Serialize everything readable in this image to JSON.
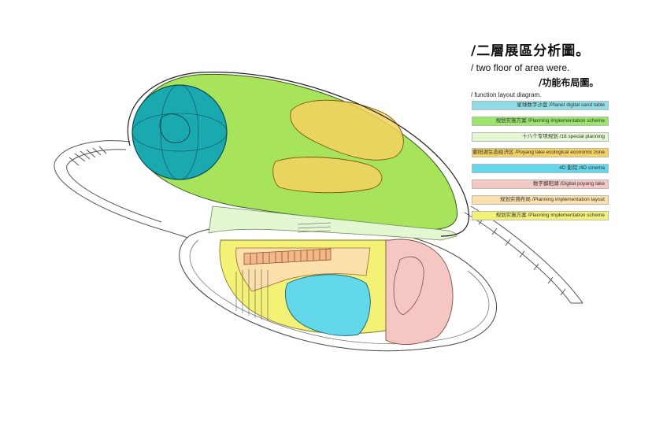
{
  "title": {
    "main": "/二層展區分析圖。",
    "en": "/ two floor of area were.",
    "sub": "/功能布局圖。",
    "sub_en": "/ function layout diagram."
  },
  "legend": [
    {
      "label": "星球数字沙盘 /Planet digital sand table",
      "color": "#8fdde6"
    },
    {
      "label": "规划实施方案 /Planning implementation scheme",
      "color": "#9be56a"
    },
    {
      "label": "十八个专项规划 /18 special planning",
      "color": "#e3f7d2"
    },
    {
      "label": "鄱阳湖生态经济区 /Poyang lake ecological economic zone",
      "color": "#f3d15e"
    },
    {
      "label": "4D 影院 /4D cinema",
      "color": "#63d8ea"
    },
    {
      "label": "数字鄱阳湖 /Digital poyang lake",
      "color": "#f5c7c3"
    },
    {
      "label": "规划实施布局 /Planning implementation layout",
      "color": "#fbe0ab"
    },
    {
      "label": "规划实施方案 /Planning implementation scheme",
      "color": "#f4f177"
    }
  ]
}
